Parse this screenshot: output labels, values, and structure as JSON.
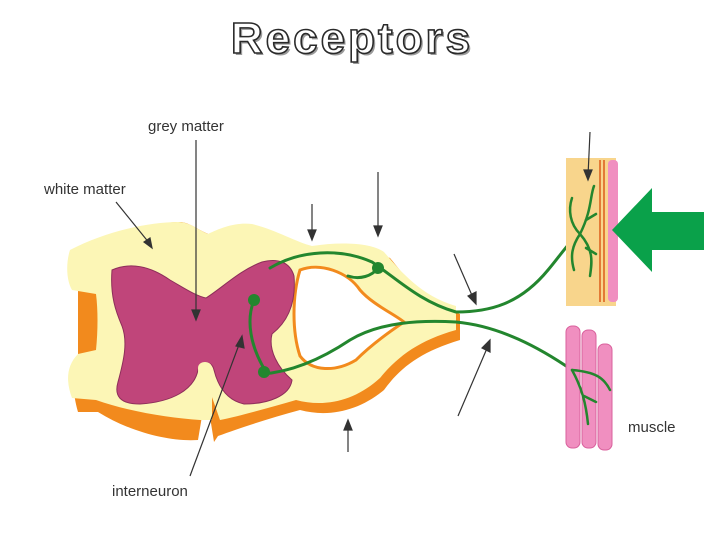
{
  "title": "Receptors",
  "labels": {
    "grey_matter": "grey matter",
    "white_matter": "white matter",
    "interneuron": "interneuron",
    "muscle": "muscle"
  },
  "colors": {
    "white_matter": "#fcf6b6",
    "grey_matter": "#c0457a",
    "outline_orange": "#f28a1d",
    "nerve": "#23862e",
    "skin": "#f8d58c",
    "muscle_fiber": "#f08fc0",
    "indicator_arrow": "#0aa14a"
  },
  "icons": {
    "indicator": "green-left-arrow-icon"
  }
}
